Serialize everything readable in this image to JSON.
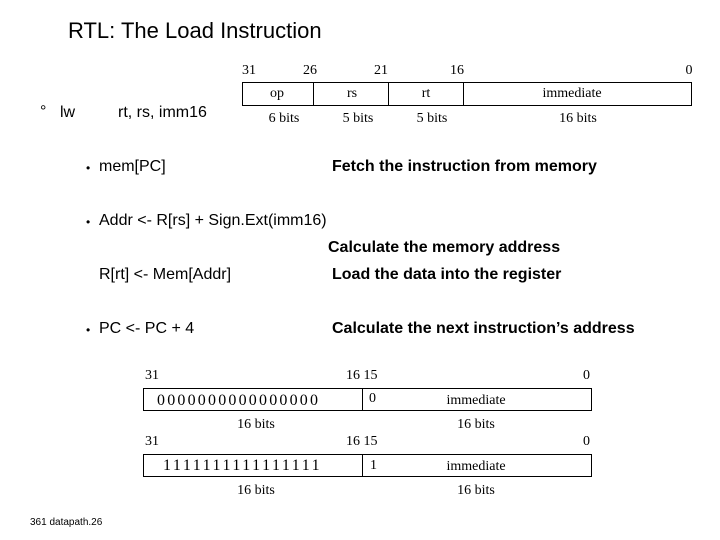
{
  "title": "RTL: The Load Instruction",
  "instruction": {
    "marker": "°",
    "mnemonic": "lw",
    "operands": "rt, rs, imm16"
  },
  "format": {
    "bit_positions": [
      "31",
      "26",
      "21",
      "16",
      "0"
    ],
    "fields": [
      "op",
      "rs",
      "rt",
      "immediate"
    ],
    "widths": [
      "6 bits",
      "5 bits",
      "5 bits",
      "16 bits"
    ]
  },
  "steps": [
    {
      "bullet": "•",
      "rtl": "mem[PC]",
      "desc": "Fetch the instruction from memory"
    },
    {
      "bullet": "•",
      "rtl": "Addr <- R[rs] + Sign.Ext(imm16)",
      "desc": "Calculate the memory address"
    },
    {
      "bullet": "",
      "rtl": "R[rt] <- Mem[Addr]",
      "desc": "Load the data into the register"
    },
    {
      "bullet": "•",
      "rtl": "PC <- PC + 4",
      "desc": "Calculate the next instruction’s  address"
    }
  ],
  "sign_ext": {
    "zero_case": {
      "pos_31": "31",
      "pos_16_15": "16  15",
      "pos_0": "0",
      "upper": "0000000000000000",
      "sign_bit": "0",
      "lower": "immediate",
      "width_upper": "16 bits",
      "width_lower": "16 bits"
    },
    "one_case": {
      "pos_31": "31",
      "pos_16_15": "16  15",
      "pos_0": "0",
      "upper": "1111111111111111",
      "sign_bit": "1",
      "lower": "immediate",
      "width_upper": "16 bits",
      "width_lower": "16 bits"
    }
  },
  "footer": "361 datapath.26"
}
